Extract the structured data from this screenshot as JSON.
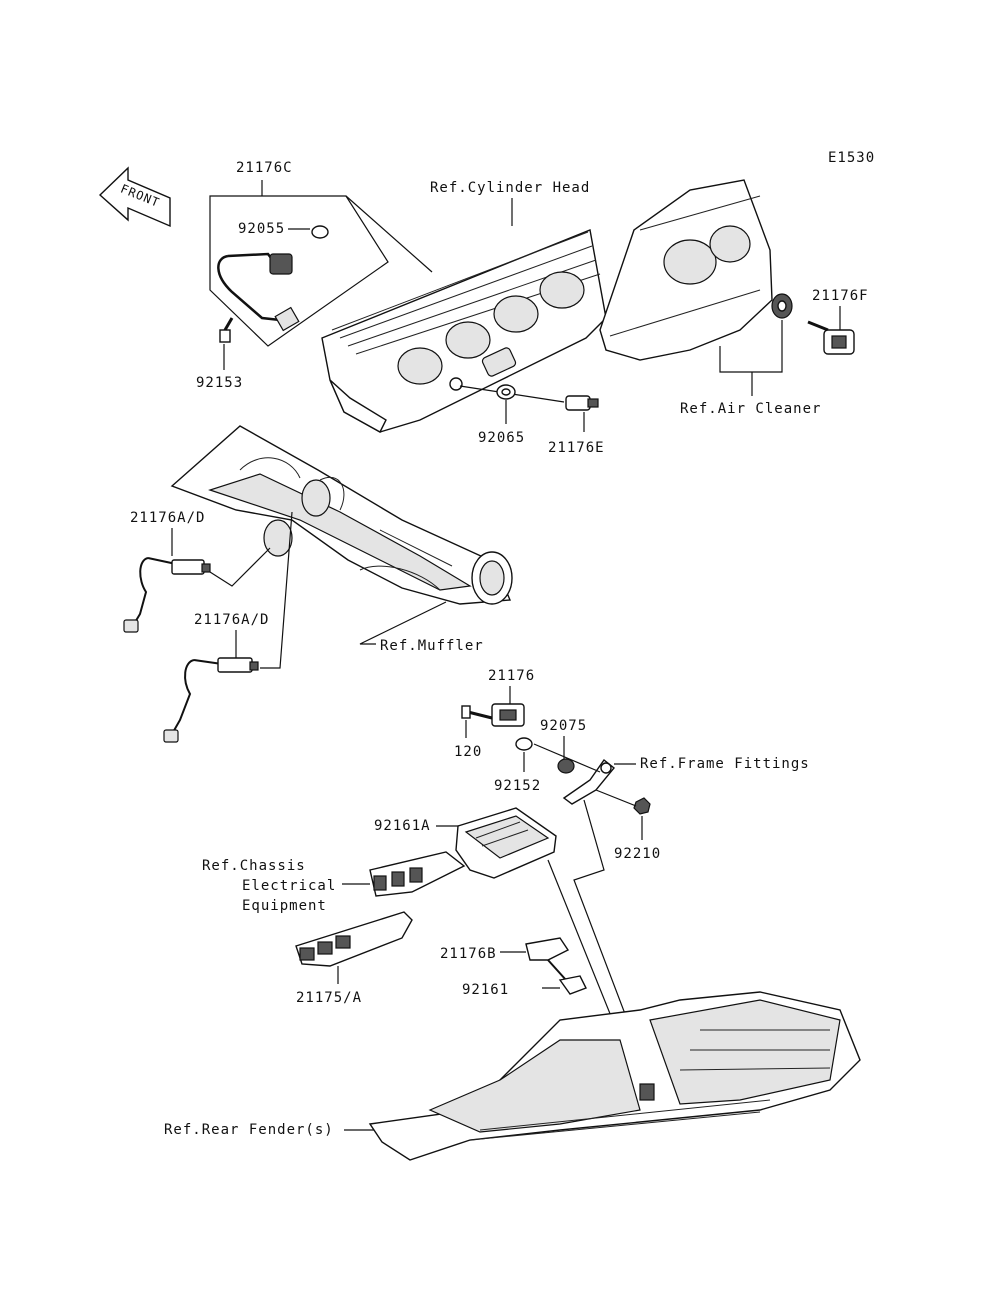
{
  "diagram_code": "E1530",
  "front_label": "FRONT",
  "labels": {
    "p21176C": "21176C",
    "p92055": "92055",
    "p92153": "92153",
    "ref_cylinder_head": "Ref.Cylinder Head",
    "p21176F": "21176F",
    "ref_air_cleaner": "Ref.Air Cleaner",
    "p92065": "92065",
    "p21176E": "21176E",
    "p21176AD_1": "21176A/D",
    "p21176AD_2": "21176A/D",
    "ref_muffler": "Ref.Muffler",
    "p21176": "21176",
    "p120": "120",
    "p92075": "92075",
    "p92152": "92152",
    "ref_frame_fittings": "Ref.Frame Fittings",
    "p92161A": "92161A",
    "p92210": "92210",
    "ref_chassis_1": "Ref.Chassis",
    "ref_chassis_2": "Electrical",
    "ref_chassis_3": "Equipment",
    "p21176B": "21176B",
    "p92161": "92161",
    "p21175A": "21175/A",
    "ref_rear_fender": "Ref.Rear Fender(s)"
  },
  "icons": {
    "front_arrow": "front-arrow-icon"
  }
}
